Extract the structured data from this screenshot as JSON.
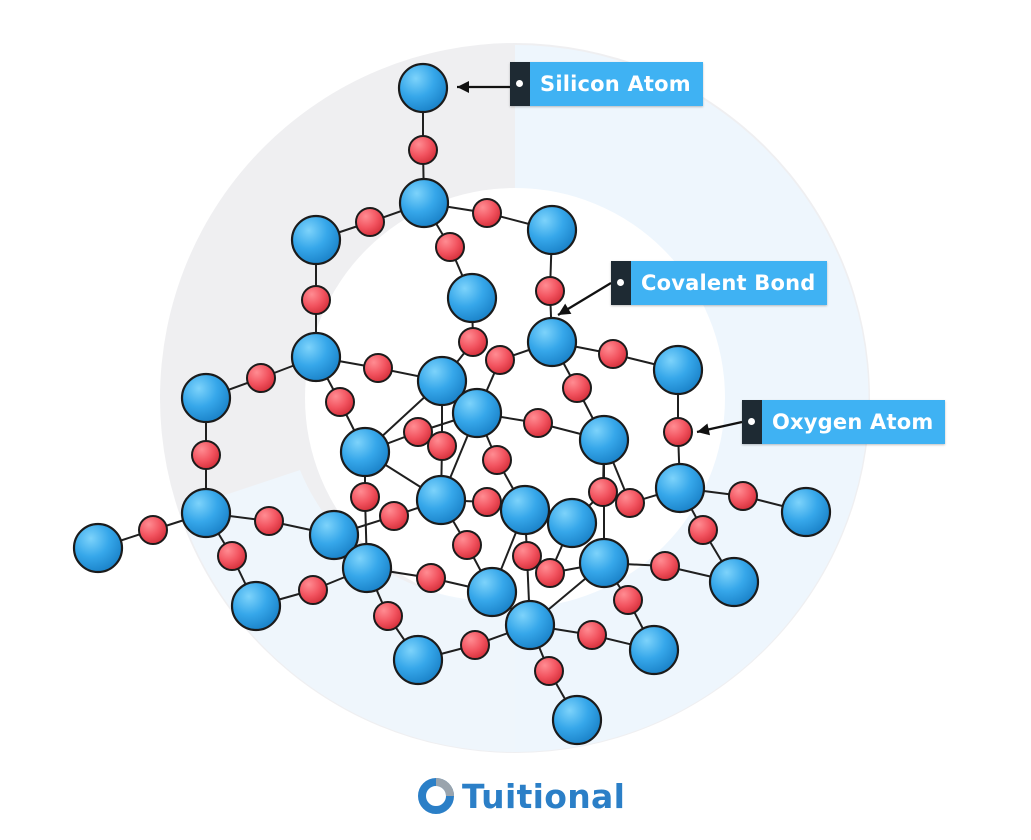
{
  "labels": {
    "silicon": "Silicon Atom",
    "bond": "Covalent Bond",
    "oxygen": "Oxygen Atom"
  },
  "brand": {
    "name": "Tuitional",
    "logo_icon": "ring-logo-icon"
  },
  "colors": {
    "silicon": "#36a7ea",
    "silicon_stroke": "#1b1b1b",
    "oxygen": "#f2535f",
    "bond": "#1f1f1f",
    "callout_bg": "#3fb2f3",
    "callout_tab": "#1e2a33",
    "brand_blue": "#2b7fc7",
    "bg_ring": "#efeff1",
    "bg_ring_light": "#eef6fd"
  }
}
